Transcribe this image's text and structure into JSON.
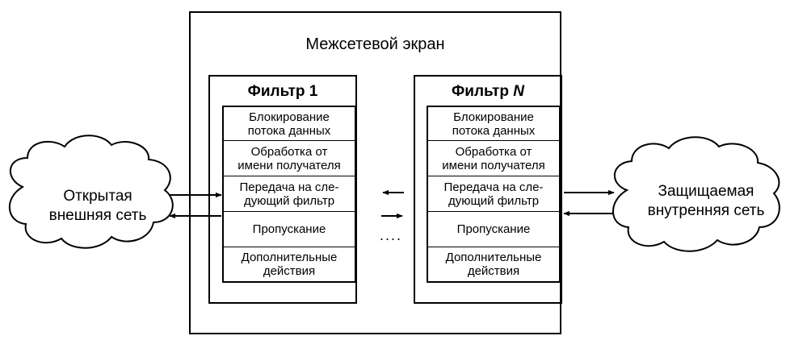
{
  "firewall": {
    "title": "Межсетевой экран"
  },
  "filters": [
    {
      "title_main": "Фильтр ",
      "title_suffix": "1",
      "actions": [
        "Блокирование\nпотока данных",
        "Обработка от\nимени получателя",
        "Передача на сле-\nдующий фильтр",
        "Пропускание",
        "Дополнительные\nдействия"
      ]
    },
    {
      "title_main": "Фильтр ",
      "title_suffix": "N",
      "actions": [
        "Блокирование\nпотока данных",
        "Обработка от\nимени получателя",
        "Передача на сле-\nдующий фильтр",
        "Пропускание",
        "Дополнительные\nдействия"
      ]
    }
  ],
  "external_network": {
    "label": "Открытая\nвнешняя сеть"
  },
  "internal_network": {
    "label": "Защищаемая\nвнутренняя сеть"
  },
  "ellipsis": "....",
  "colors": {
    "line": "#000000",
    "background": "#ffffff"
  }
}
